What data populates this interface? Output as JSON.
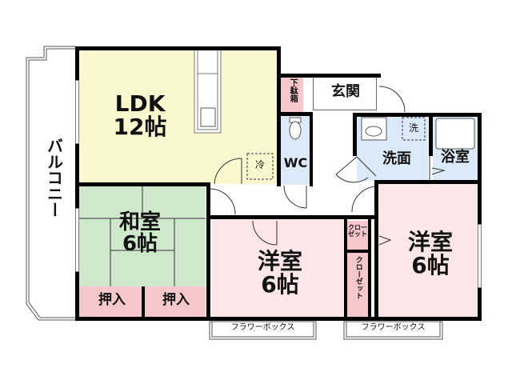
{
  "floorplan": {
    "colors": {
      "ldk": "#fbf8d0",
      "washitsu": "#cfe8cc",
      "yoshitsu": "#fde6e8",
      "storage": "#f6c8cc",
      "wet": "#dce9f8",
      "wall": "#000000",
      "background": "#ffffff"
    },
    "balcony": {
      "label": "バルコニー"
    },
    "rooms": {
      "ldk": {
        "name": "LDK",
        "size": "12帖"
      },
      "washitsu": {
        "name": "和室",
        "size": "6帖"
      },
      "yoshitsu1": {
        "name": "洋室",
        "size": "6帖"
      },
      "yoshitsu2": {
        "name": "洋室",
        "size": "6帖"
      },
      "genkan": {
        "name": "玄関"
      },
      "getabako": {
        "name": "下駄箱"
      },
      "wc": {
        "name": "WC"
      },
      "senmen": {
        "name": "洗面"
      },
      "yokushitsu": {
        "name": "浴室"
      }
    },
    "storage": {
      "oshiire1": "押入",
      "oshiire2": "押入",
      "closet_small": "クローゼット",
      "closet_small_line1": "クロー",
      "closet_small_line2": "ゼット",
      "closet_tall": "クローゼット"
    },
    "fixtures": {
      "fridge": "冷",
      "washer": "洗"
    },
    "flower_boxes": [
      "フラワーボックス",
      "フラワーボックス"
    ]
  }
}
